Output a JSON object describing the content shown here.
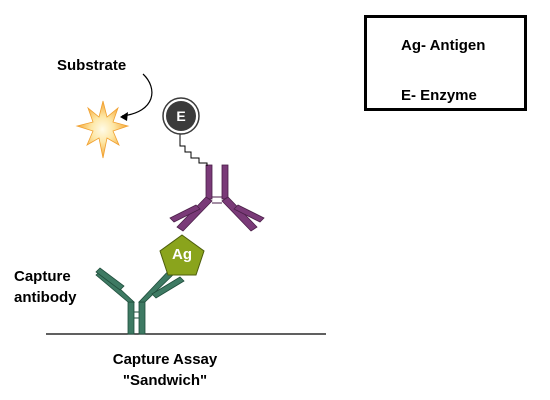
{
  "labels": {
    "substrate": "Substrate",
    "enzyme": "E",
    "antigen": "Ag",
    "capture_line1": "Capture",
    "capture_line2": "antibody",
    "caption_line1": "Capture Assay",
    "caption_line2": "\"Sandwich\""
  },
  "legend": {
    "antigen": "Ag- Antigen",
    "enzyme": "E- Enzyme"
  },
  "colors": {
    "capture_antibody": "#3e7a63",
    "detection_antibody": "#7a3a78",
    "antigen": "#8aa41c",
    "enzyme": "#3b3b3b",
    "substrate": "#f6a836"
  }
}
